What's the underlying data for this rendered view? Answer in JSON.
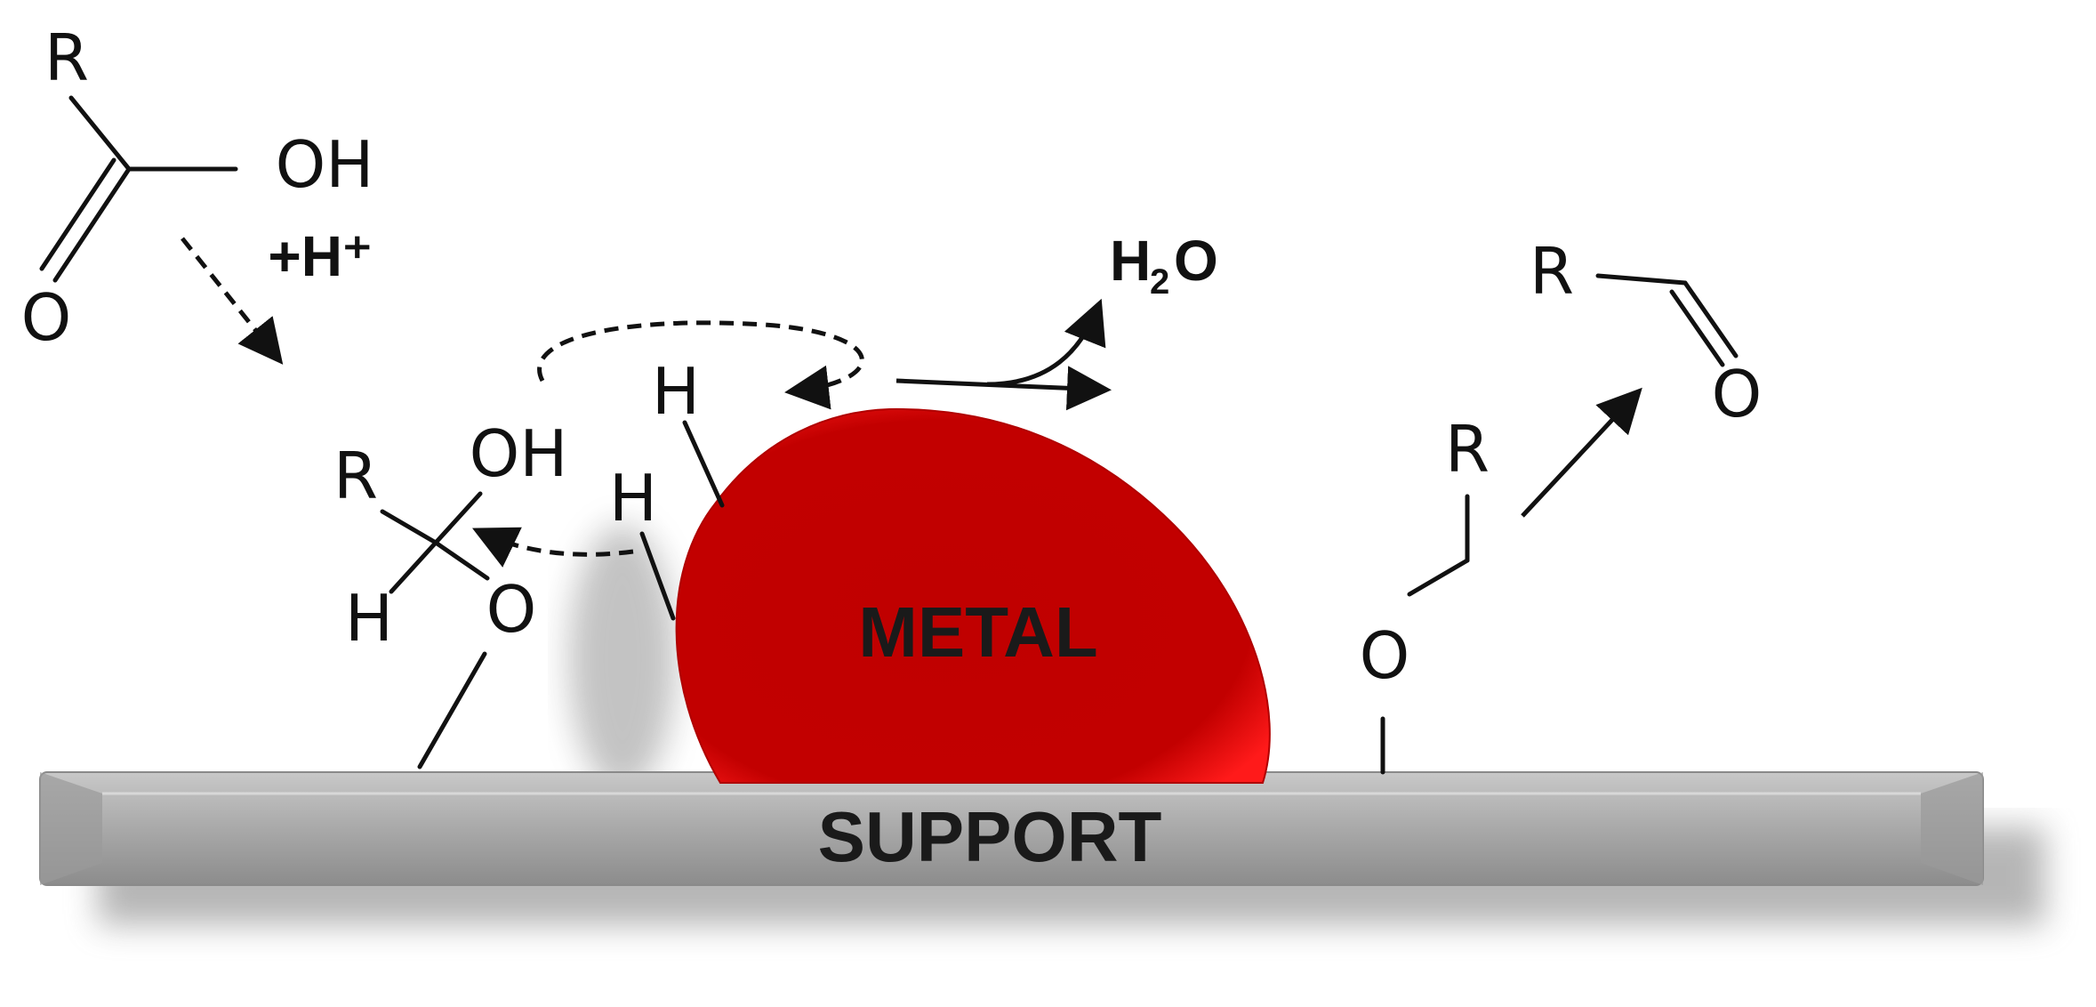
{
  "colors": {
    "metal": "#c40000",
    "metal_highlight": "#ff2020",
    "support": "#a8a8a8",
    "support_dark": "#7a7a7a"
  },
  "labels": {
    "metal": "METAL",
    "support": "SUPPORT",
    "proton": "+H⁺",
    "water_h": "H",
    "water_sub": "2",
    "water_o": "O"
  },
  "acid": {
    "r": "R",
    "oh": "OH",
    "o": "O"
  },
  "intermediate": {
    "r": "R",
    "oh": "OH",
    "h": "H",
    "o": "O"
  },
  "metal_hydrides": {
    "h1": "H",
    "h2": "H"
  },
  "alkoxide": {
    "r": "R",
    "o": "O"
  },
  "aldehyde": {
    "r": "R",
    "o": "O"
  }
}
